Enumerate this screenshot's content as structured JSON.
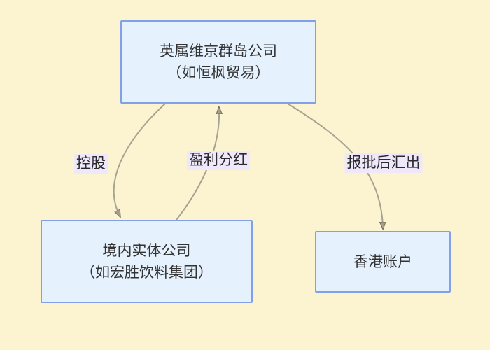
{
  "colors": {
    "background": "#FCF3D0",
    "node_fill": "#E5F2FD",
    "node_border": "#80A0E8",
    "node_text": "#333333",
    "edge_line": "#A6A393",
    "edge_arrowhead": "#A29F8F",
    "edge_label_bg": "#EFE8FA",
    "edge_label_text": "#2B2B2B"
  },
  "nodes": [
    {
      "id": "bvi-company",
      "line1": "英属维京群岛公司",
      "line2": "（如恒枫贸易）"
    },
    {
      "id": "domestic-entity",
      "line1": "境内实体公司",
      "line2": "（如宏胜饮料集团）"
    },
    {
      "id": "hk-account",
      "line1": "香港账户"
    }
  ],
  "edges": [
    {
      "id": "holding",
      "label": "控股",
      "from": "bvi-company",
      "to": "domestic-entity"
    },
    {
      "id": "profit-dividend",
      "label": "盈利分红",
      "from": "domestic-entity",
      "to": "bvi-company"
    },
    {
      "id": "remit-after-approval",
      "label": "报批后汇出",
      "from": "bvi-company",
      "to": "hk-account"
    }
  ]
}
